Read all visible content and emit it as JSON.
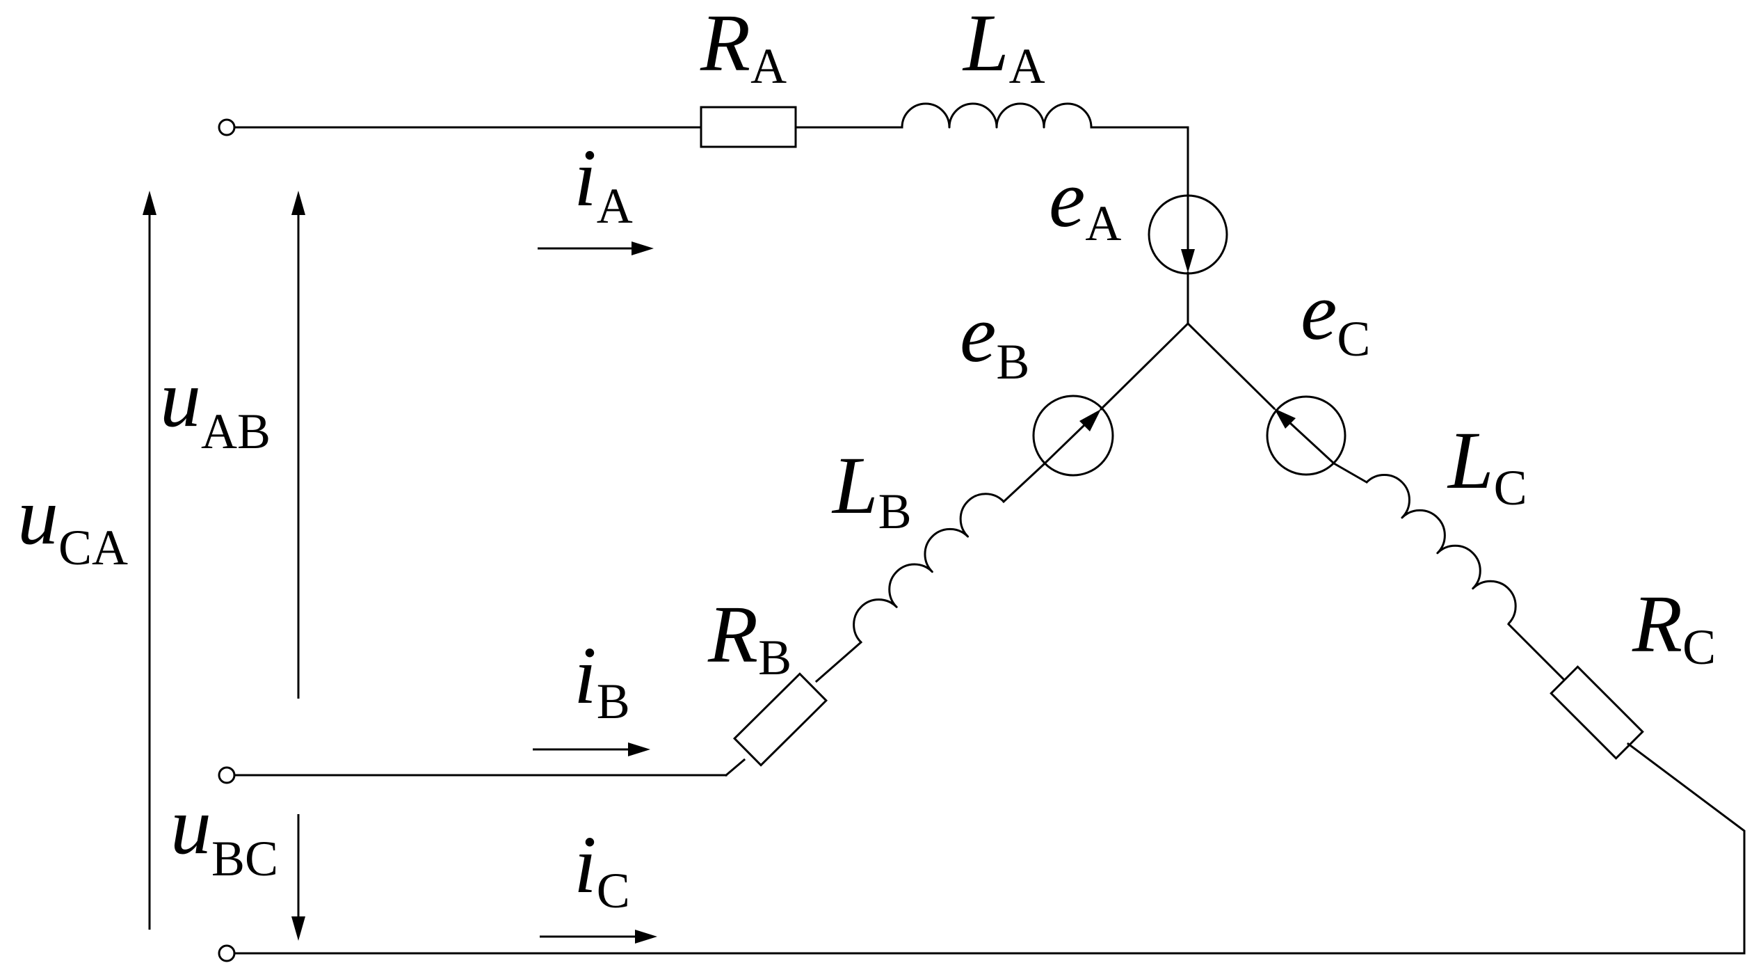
{
  "diagram": {
    "type": "three-phase star-connected source circuit",
    "labels": {
      "RA": {
        "sym": "R",
        "sub": "A"
      },
      "LA": {
        "sym": "L",
        "sub": "A"
      },
      "iA": {
        "sym": "i",
        "sub": "A"
      },
      "eA": {
        "sym": "e",
        "sub": "A"
      },
      "eB": {
        "sym": "e",
        "sub": "B"
      },
      "eC": {
        "sym": "e",
        "sub": "C"
      },
      "LB": {
        "sym": "L",
        "sub": "B"
      },
      "LC": {
        "sym": "L",
        "sub": "C"
      },
      "RB": {
        "sym": "R",
        "sub": "B"
      },
      "RC": {
        "sym": "R",
        "sub": "C"
      },
      "iB": {
        "sym": "i",
        "sub": "B"
      },
      "iC": {
        "sym": "i",
        "sub": "C"
      },
      "uAB": {
        "sym": "u",
        "sub": "AB"
      },
      "uBC": {
        "sym": "u",
        "sub": "BC"
      },
      "uCA": {
        "sym": "u",
        "sub": "CA"
      }
    },
    "colors": {
      "stroke": "#000000",
      "background": "#ffffff"
    }
  }
}
